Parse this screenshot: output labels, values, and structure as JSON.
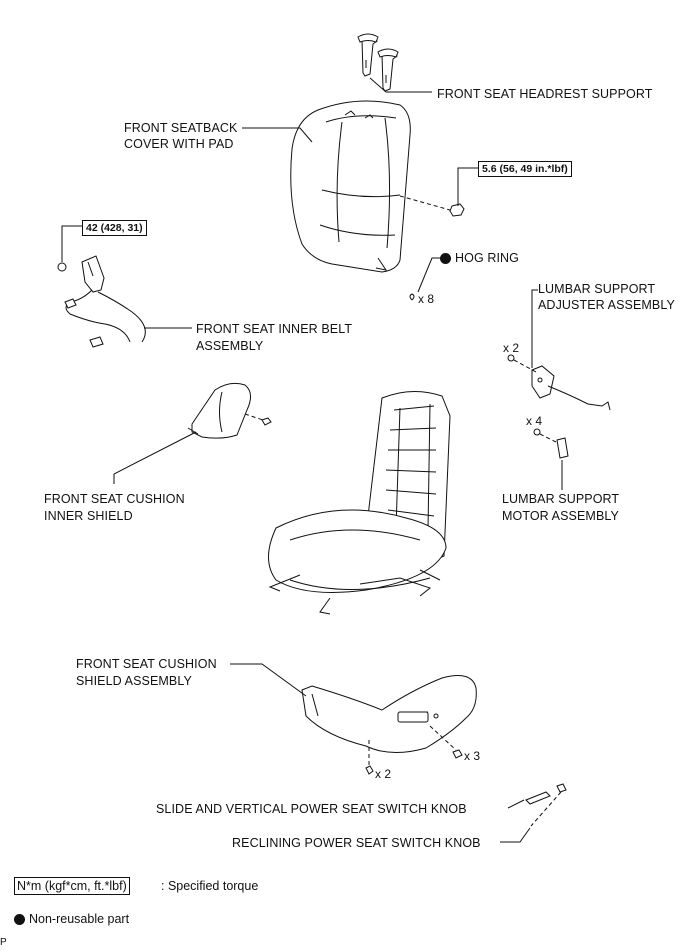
{
  "labels": {
    "headrest_support": "FRONT SEAT HEADREST SUPPORT",
    "seatback_cover_line1": "FRONT SEATBACK",
    "seatback_cover_line2": "COVER WITH PAD",
    "inner_belt_line1": "FRONT SEAT INNER BELT",
    "inner_belt_line2": "ASSEMBLY",
    "hog_ring": "HOG RING",
    "lumbar_adjuster_line1": "LUMBAR SUPPORT",
    "lumbar_adjuster_line2": "ADJUSTER ASSEMBLY",
    "lumbar_motor_line1": "LUMBAR SUPPORT",
    "lumbar_motor_line2": "MOTOR ASSEMBLY",
    "cushion_inner_shield_line1": "FRONT SEAT CUSHION",
    "cushion_inner_shield_line2": "INNER SHIELD",
    "cushion_shield_line1": "FRONT SEAT CUSHION",
    "cushion_shield_line2": "SHIELD ASSEMBLY",
    "slide_knob": "SLIDE AND VERTICAL POWER SEAT SWITCH KNOB",
    "reclining_knob": "RECLINING POWER SEAT SWITCH KNOB"
  },
  "torques": {
    "headrest_nut": "5.6 (56, 49 in.*lbf)",
    "belt_bolt": "42 (428, 31)"
  },
  "quantities": {
    "hog_ring": "x 8",
    "adjuster_screws": "x 2",
    "motor_screws": "x 4",
    "shield_screws_right": "x 3",
    "shield_screws_bottom": "x 2"
  },
  "legend": {
    "torque_box": "N*m (kgf*cm, ft.*lbf)",
    "torque_text": ": Specified torque",
    "nonreusable_text": "Non-reusable part"
  },
  "corner_mark": "P"
}
